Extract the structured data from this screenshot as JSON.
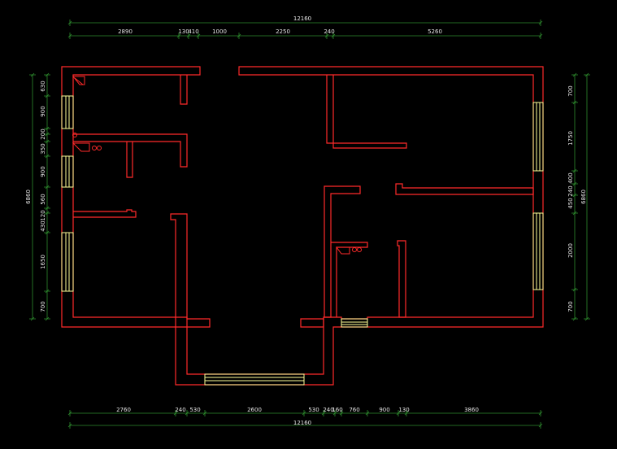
{
  "drawing": {
    "colors": {
      "background": "#000000",
      "wall": "#ff2a2a",
      "window": "#ffff99",
      "dim_line": "#2e8b2e",
      "dim_text": "#e6e6e6"
    },
    "top_dims": {
      "overall": "12160",
      "segments": [
        "2890",
        "130",
        "410",
        "1000",
        "2250",
        "240",
        "5260"
      ]
    },
    "bottom_dims": {
      "overall": "12160",
      "segments": [
        "2760",
        "240",
        "530",
        "2600",
        "530",
        "240",
        "160",
        "760",
        "900",
        "130",
        "3860"
      ]
    },
    "left_dims": {
      "overall": "6860",
      "segments": [
        "630",
        "900",
        "350",
        "200",
        "900",
        "560",
        "120",
        "430",
        "1650",
        "700"
      ]
    },
    "right_dims": {
      "overall": "6860",
      "segments": [
        "700",
        "1750",
        "400",
        "240",
        "450",
        "2000",
        "700"
      ]
    }
  }
}
